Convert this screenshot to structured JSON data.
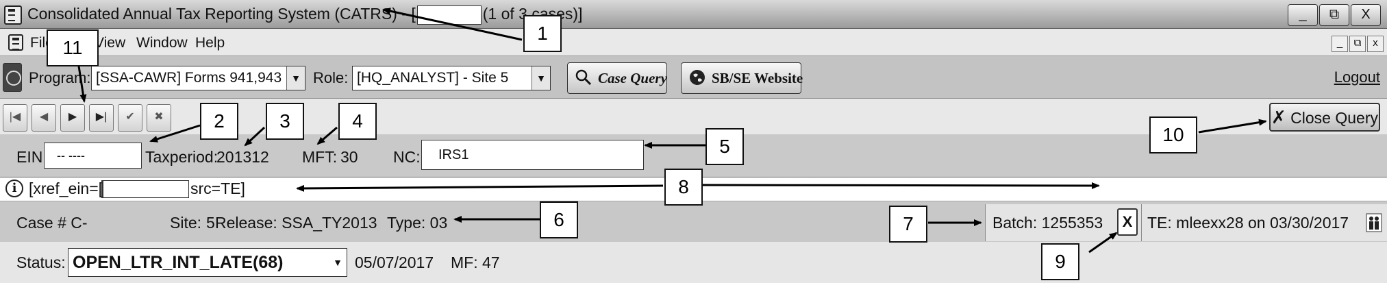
{
  "window": {
    "title_prefix": "Consolidated Annual Tax Reporting System (CATRS) - [",
    "title_suffix": "(1 of 3 cases)]",
    "minimize": "_",
    "restore": "⧉",
    "close": "X"
  },
  "menu": {
    "items": [
      "File",
      "View",
      "Window",
      "Help"
    ],
    "mdi_minimize": "_",
    "mdi_restore": "⧉",
    "mdi_close": "x"
  },
  "toolbar": {
    "program_label": "Program:",
    "program_value": "[SSA-CAWR] Forms 941,943",
    "role_label": "Role:",
    "role_value": "[HQ_ANALYST] - Site 5",
    "case_query_label": "Case Query",
    "website_label": "SB/SE Website",
    "logout_label": "Logout"
  },
  "nav": {
    "first": "|◀",
    "prev": "◀",
    "next": "▶",
    "last": "▶|",
    "accept": "✔",
    "cancel": "✖",
    "close_query_label": "Close Query"
  },
  "case_header": {
    "ein_label": "EIN:",
    "ein_value": "-- ----",
    "taxperiod_label": "Taxperiod:",
    "taxperiod_value": "201312",
    "mft_label": "MFT:",
    "mft_value": "30",
    "nc_label": "NC:",
    "nc_value": "IRS1"
  },
  "info": {
    "icon": "i",
    "xref_prefix": "[xref_ein=[",
    "xref_suffix": "src=TE]"
  },
  "case": {
    "case_label": "Case # C-",
    "site_label": "Site:",
    "site_value": "5",
    "release_label": "Release:",
    "release_value": "SSA_TY2013",
    "type_label": "Type:",
    "type_value": "03",
    "batch_label": "Batch:",
    "batch_value": "1255353",
    "batch_button": "X",
    "te_text": "TE: mleexx28 on 03/30/2017"
  },
  "status": {
    "label": "Status:",
    "value": "OPEN_LTR_INT_LATE(68)",
    "date": "05/07/2017",
    "mf_label": "MF:",
    "mf_value": "47"
  },
  "callouts": [
    "1",
    "2",
    "3",
    "4",
    "5",
    "6",
    "7",
    "8",
    "9",
    "10",
    "11"
  ]
}
